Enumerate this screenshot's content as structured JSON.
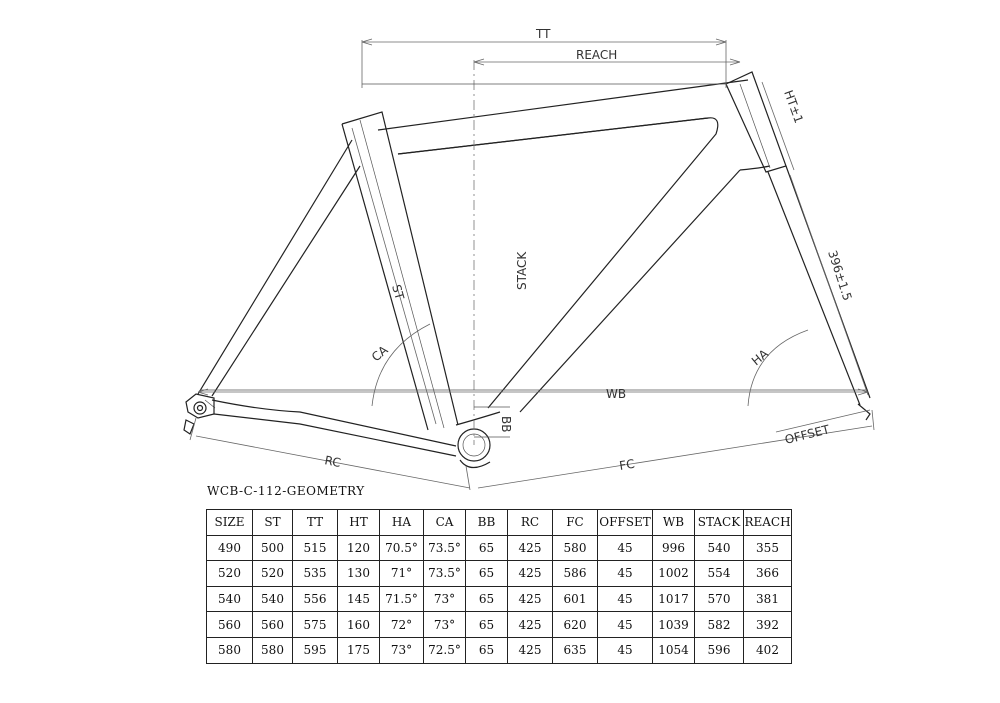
{
  "drawing": {
    "labels": {
      "tt": "TT",
      "reach": "REACH",
      "ht": "HT±1",
      "stack": "STACK",
      "st": "ST",
      "fork": "396±1.5",
      "ca": "CA",
      "ha": "HA",
      "wb": "WB",
      "bb": "BB",
      "offset": "OFFSET",
      "rc": "RC",
      "fc": "FC"
    }
  },
  "title": "WCB-C-112-GEOMETRY",
  "table": {
    "headers": [
      "SIZE",
      "ST",
      "TT",
      "HT",
      "HA",
      "CA",
      "BB",
      "RC",
      "FC",
      "OFFSET",
      "WB",
      "STACK",
      "REACH"
    ],
    "rows": [
      [
        "490",
        "500",
        "515",
        "120",
        "70.5°",
        "73.5°",
        "65",
        "425",
        "580",
        "45",
        "996",
        "540",
        "355"
      ],
      [
        "520",
        "520",
        "535",
        "130",
        "71°",
        "73.5°",
        "65",
        "425",
        "586",
        "45",
        "1002",
        "554",
        "366"
      ],
      [
        "540",
        "540",
        "556",
        "145",
        "71.5°",
        "73°",
        "65",
        "425",
        "601",
        "45",
        "1017",
        "570",
        "381"
      ],
      [
        "560",
        "560",
        "575",
        "160",
        "72°",
        "73°",
        "65",
        "425",
        "620",
        "45",
        "1039",
        "582",
        "392"
      ],
      [
        "580",
        "580",
        "595",
        "175",
        "73°",
        "72.5°",
        "65",
        "425",
        "635",
        "45",
        "1054",
        "596",
        "402"
      ]
    ]
  }
}
